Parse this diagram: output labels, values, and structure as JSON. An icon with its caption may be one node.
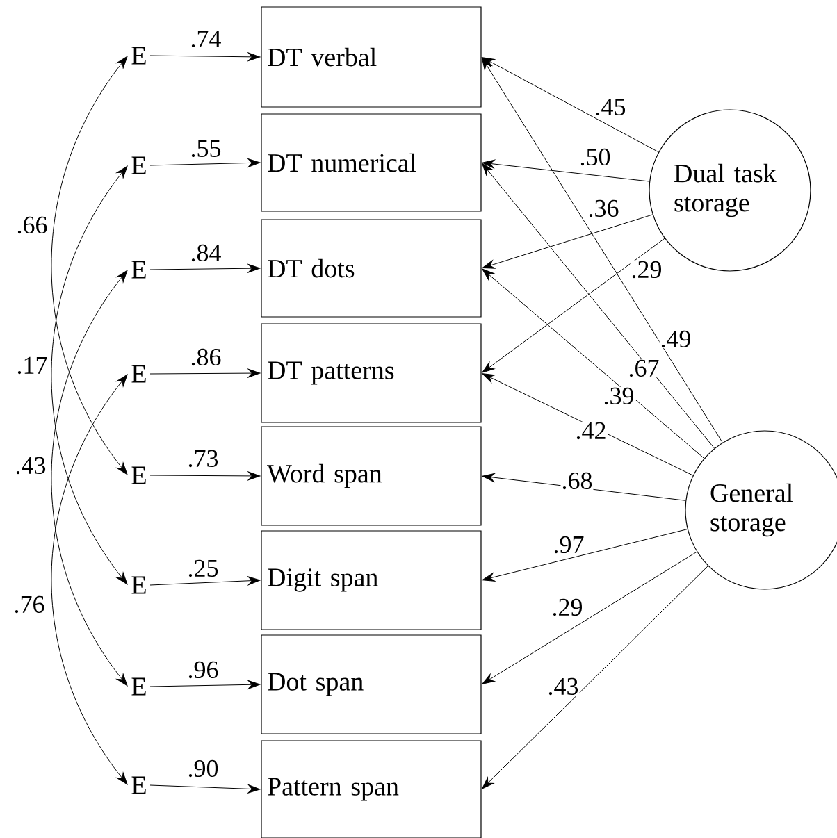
{
  "diagram": {
    "nodes": [
      {
        "text": [
          "DT verbal"
        ]
      },
      {
        "text": [
          "DT numerical"
        ]
      },
      {
        "text": [
          "DT dots"
        ]
      },
      {
        "text": [
          "DT patterns"
        ]
      },
      {
        "text": [
          "Word span"
        ]
      },
      {
        "text": [
          "Digit span"
        ]
      },
      {
        "text": [
          "Dot span"
        ]
      },
      {
        "text": [
          "Pattern span"
        ]
      },
      {
        "text": [
          "E"
        ]
      },
      {
        "text": [
          "E"
        ]
      },
      {
        "text": [
          "E"
        ]
      },
      {
        "text": [
          "E"
        ]
      },
      {
        "text": [
          "E"
        ]
      },
      {
        "text": [
          "E"
        ]
      },
      {
        "text": [
          "E"
        ]
      },
      {
        "text": [
          "E"
        ]
      },
      {
        "text": [
          "Dual task storage"
        ]
      },
      {
        "text": [
          "General storage"
        ]
      }
    ],
    "edges": [
      {
        "from": 8,
        "to": 0,
        "arrow": "to",
        "label": ".74"
      },
      {
        "from": 9,
        "to": 1,
        "arrow": "to",
        "label": ".55"
      },
      {
        "from": 10,
        "to": 2,
        "arrow": "to",
        "label": ".84"
      },
      {
        "from": 11,
        "to": 3,
        "arrow": "to",
        "label": ".86"
      },
      {
        "from": 12,
        "to": 4,
        "arrow": "to",
        "label": ".73"
      },
      {
        "from": 13,
        "to": 5,
        "arrow": "to",
        "label": ".25"
      },
      {
        "from": 14,
        "to": 6,
        "arrow": "to",
        "label": ".96"
      },
      {
        "from": 15,
        "to": 7,
        "arrow": "to",
        "label": ".90"
      },
      {
        "from": 8,
        "to": 12,
        "arrow": "both",
        "label": ".66"
      },
      {
        "from": 9,
        "to": 13,
        "arrow": "both",
        "label": ".17"
      },
      {
        "from": 10,
        "to": 14,
        "arrow": "both",
        "label": ".43"
      },
      {
        "from": 11,
        "to": 15,
        "arrow": "both",
        "label": ".76"
      },
      {
        "from": 16,
        "to": 0,
        "arrow": "to",
        "label": ".45"
      },
      {
        "from": 16,
        "to": 1,
        "arrow": "to",
        "label": ".50"
      },
      {
        "from": 16,
        "to": 2,
        "arrow": "to",
        "label": ".36"
      },
      {
        "from": 16,
        "to": 3,
        "arrow": "to",
        "label": ".29"
      },
      {
        "from": 17,
        "to": 0,
        "arrow": "to",
        "label": ".49"
      },
      {
        "from": 17,
        "to": 1,
        "arrow": "to",
        "label": ".67"
      },
      {
        "from": 17,
        "to": 2,
        "arrow": "to",
        "label": ".39"
      },
      {
        "from": 17,
        "to": 3,
        "arrow": "to",
        "label": ".42"
      },
      {
        "from": 17,
        "to": 4,
        "arrow": "to",
        "label": ".68"
      },
      {
        "from": 17,
        "to": 5,
        "arrow": "to",
        "label": ".97"
      },
      {
        "from": 17,
        "to": 6,
        "arrow": "to",
        "label": ".29"
      },
      {
        "from": 17,
        "to": 7,
        "arrow": "to",
        "label": ".43"
      }
    ]
  }
}
